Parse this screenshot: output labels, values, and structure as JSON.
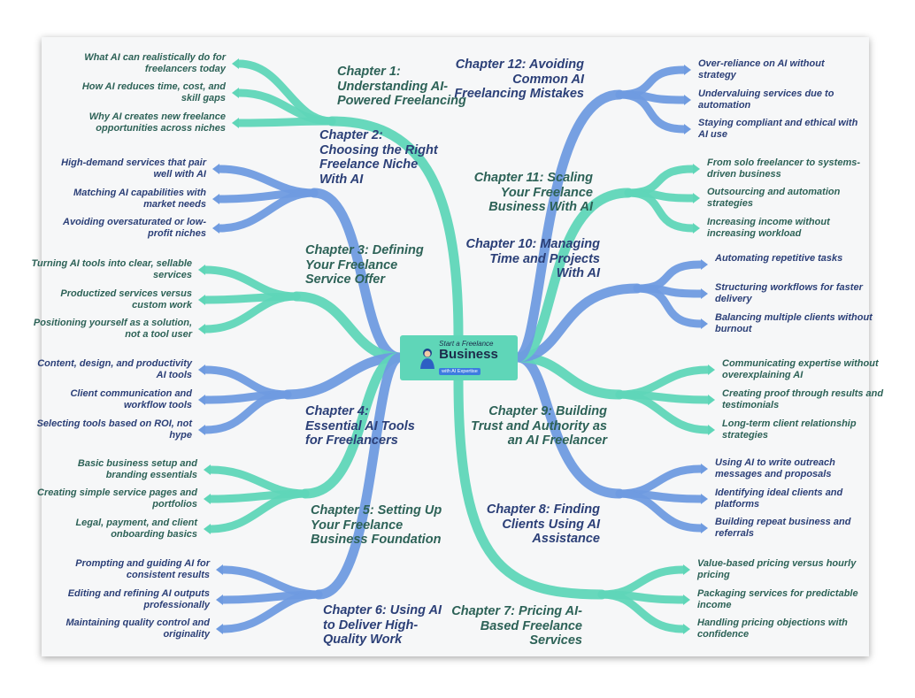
{
  "center": {
    "line1": "Start a Freelance",
    "line2": "Business",
    "line3": "with AI Expertise"
  },
  "colors": {
    "green": "#5fd6b8",
    "blue": "#6f9be0",
    "green_text": "#2d6257",
    "blue_text": "#2b3f77"
  },
  "chapters": [
    {
      "title": "Chapter 1: Understanding AI-Powered Freelancing",
      "color": "green",
      "items": [
        "What AI can realistically do for freelancers today",
        "How AI reduces time, cost, and skill gaps",
        "Why AI creates new freelance opportunities across niches"
      ]
    },
    {
      "title": "Chapter 2: Choosing the Right Freelance Niche With AI",
      "color": "blue",
      "items": [
        "High-demand services that pair well with AI",
        "Matching AI capabilities with market needs",
        "Avoiding oversaturated or low-profit niches"
      ]
    },
    {
      "title": "Chapter 3: Defining Your Freelance Service Offer",
      "color": "green",
      "items": [
        "Turning AI tools into clear, sellable services",
        "Productized services versus custom work",
        "Positioning yourself as a solution, not a tool user"
      ]
    },
    {
      "title": "Chapter 4: Essential AI Tools for Freelancers",
      "color": "blue",
      "items": [
        "Content, design, and productivity AI tools",
        "Client communication and workflow tools",
        "Selecting tools based on ROI, not hype"
      ]
    },
    {
      "title": "Chapter 5: Setting Up Your Freelance Business Foundation",
      "color": "green",
      "items": [
        "Basic business setup and branding essentials",
        "Creating simple service pages and portfolios",
        "Legal, payment, and client onboarding basics"
      ]
    },
    {
      "title": "Chapter 6: Using AI to Deliver High-Quality Work",
      "color": "blue",
      "items": [
        "Prompting and guiding AI for consistent results",
        "Editing and refining AI outputs professionally",
        "Maintaining quality control and originality"
      ]
    },
    {
      "title": "Chapter 7: Pricing AI-Based Freelance Services",
      "color": "green",
      "items": [
        "Value-based pricing versus hourly pricing",
        "Packaging services for predictable income",
        "Handling pricing objections with confidence"
      ]
    },
    {
      "title": "Chapter 8: Finding Clients Using AI Assistance",
      "color": "blue",
      "items": [
        "Using AI to write outreach messages and proposals",
        "Identifying ideal clients and platforms",
        "Building repeat business and referrals"
      ]
    },
    {
      "title": "Chapter 9: Building Trust and Authority as an AI Freelancer",
      "color": "green",
      "items": [
        "Communicating expertise without overexplaining AI",
        "Creating proof through results and testimonials",
        "Long-term client relationship strategies"
      ]
    },
    {
      "title": "Chapter 10: Managing Time and Projects With AI",
      "color": "blue",
      "items": [
        "Automating repetitive tasks",
        "Structuring workflows for faster delivery",
        "Balancing multiple clients without burnout"
      ]
    },
    {
      "title": "Chapter 11: Scaling Your Freelance Business With AI",
      "color": "green",
      "items": [
        "From solo freelancer to systems-driven business",
        "Outsourcing and automation strategies",
        "Increasing income without increasing workload"
      ]
    },
    {
      "title": "Chapter 12: Avoiding Common AI Freelancing Mistakes",
      "color": "blue",
      "items": [
        "Over-reliance on AI without strategy",
        "Undervaluing services due to automation",
        "Staying compliant and ethical with AI use"
      ]
    }
  ]
}
